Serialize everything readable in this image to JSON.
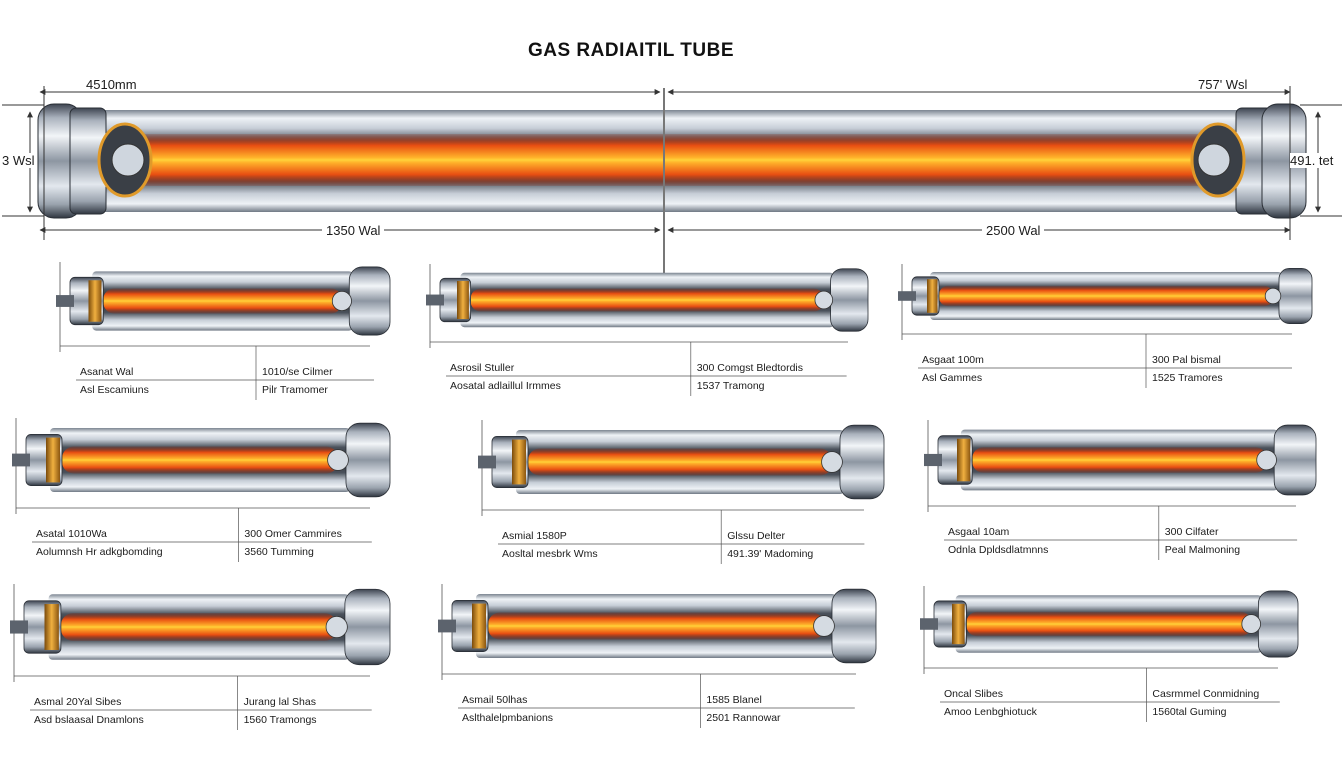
{
  "title": "GAS RADIAITIL TUBE",
  "main_tube": {
    "dims": {
      "top_left": "4510mm",
      "top_right": "757' Wsl",
      "left": "3 Wsl",
      "right": "491. tet",
      "bottom_left": "1350 Wal",
      "bottom_right": "2500 Wal"
    }
  },
  "variants": [
    {
      "labels": [
        "Asanat Wal",
        "Asl Escamiuns",
        "1010/se Cilmer",
        "Pilr Tramomer"
      ]
    },
    {
      "labels": [
        "Asrosil Stuller",
        "Aosatal adlaillul Irmmes",
        "300 Comgst Bledtordis",
        "1537 Tramong"
      ]
    },
    {
      "labels": [
        "Asgaat 100m",
        "Asl Gammes",
        "300 Pal bismal",
        "1525 Tramores"
      ]
    },
    {
      "labels": [
        "Asatal 1010Wa",
        "Aolumnsh Hr adkgbomding",
        "300 Omer Cammires",
        "3560 Tumming"
      ]
    },
    {
      "labels": [
        "Asmial 1580P",
        "Aosltal mesbrk Wms",
        "Glssu Delter",
        "491.39' Madoming"
      ]
    },
    {
      "labels": [
        "Asgaal 10am",
        "Odnla Dpldsdlatmnns",
        "300 Cilfater",
        "Peal Malmoning"
      ]
    },
    {
      "labels": [
        "Asmal 20Yal Sibes",
        "Asd bslaasal Dnamlons",
        "Jurang lal Shas",
        "1560 Tramongs"
      ]
    },
    {
      "labels": [
        "Asmail 50lhas",
        "Aslthalelpmbanions",
        "1585 Blanel",
        "2501 Rannowar"
      ]
    },
    {
      "labels": [
        "Oncal Slibes",
        "Amoo Lenbghiotuck",
        "Casrmmel Conmidning",
        "1560tal Guming"
      ]
    }
  ],
  "colors": {
    "steel_dark": "#2f3640",
    "steel_mid": "#8a93a0",
    "steel_light": "#e9edf2",
    "flame_core": "#ffd23a",
    "flame_outer": "#e84e12",
    "brass": "#d89020",
    "line": "#3a3a3a"
  }
}
